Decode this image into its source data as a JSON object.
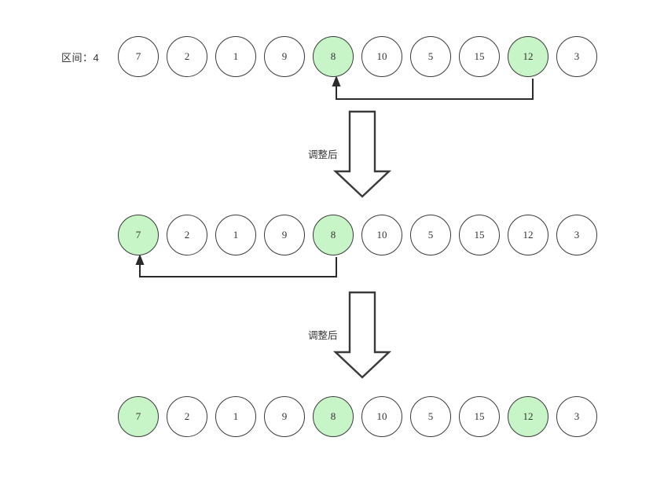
{
  "diagram": {
    "title": "heap-sift-adjustment-steps",
    "interval_label": "区间：4",
    "step_label": "调整后",
    "colors": {
      "highlight": "#c8f5c8",
      "stroke": "#3a3a3a",
      "text": "#333333",
      "background": "#ffffff"
    },
    "rows": [
      {
        "name": "row-initial",
        "nodes": [
          {
            "value": "7",
            "highlight": false
          },
          {
            "value": "2",
            "highlight": false
          },
          {
            "value": "1",
            "highlight": false
          },
          {
            "value": "9",
            "highlight": false
          },
          {
            "value": "8",
            "highlight": true
          },
          {
            "value": "10",
            "highlight": false
          },
          {
            "value": "5",
            "highlight": false
          },
          {
            "value": "15",
            "highlight": false
          },
          {
            "value": "12",
            "highlight": true
          },
          {
            "value": "3",
            "highlight": false
          }
        ],
        "pointer": {
          "from_index": 8,
          "to_index": 4
        }
      },
      {
        "name": "row-after-first-adjust",
        "nodes": [
          {
            "value": "7",
            "highlight": true
          },
          {
            "value": "2",
            "highlight": false
          },
          {
            "value": "1",
            "highlight": false
          },
          {
            "value": "9",
            "highlight": false
          },
          {
            "value": "8",
            "highlight": true
          },
          {
            "value": "10",
            "highlight": false
          },
          {
            "value": "5",
            "highlight": false
          },
          {
            "value": "15",
            "highlight": false
          },
          {
            "value": "12",
            "highlight": false
          },
          {
            "value": "3",
            "highlight": false
          }
        ],
        "pointer": {
          "from_index": 4,
          "to_index": 0
        }
      },
      {
        "name": "row-after-second-adjust",
        "nodes": [
          {
            "value": "7",
            "highlight": true
          },
          {
            "value": "2",
            "highlight": false
          },
          {
            "value": "1",
            "highlight": false
          },
          {
            "value": "9",
            "highlight": false
          },
          {
            "value": "8",
            "highlight": true
          },
          {
            "value": "10",
            "highlight": false
          },
          {
            "value": "5",
            "highlight": false
          },
          {
            "value": "15",
            "highlight": false
          },
          {
            "value": "12",
            "highlight": true
          },
          {
            "value": "3",
            "highlight": false
          }
        ],
        "pointer": null
      }
    ],
    "steps": [
      {
        "label": "调整后"
      },
      {
        "label": "调整后"
      }
    ]
  }
}
